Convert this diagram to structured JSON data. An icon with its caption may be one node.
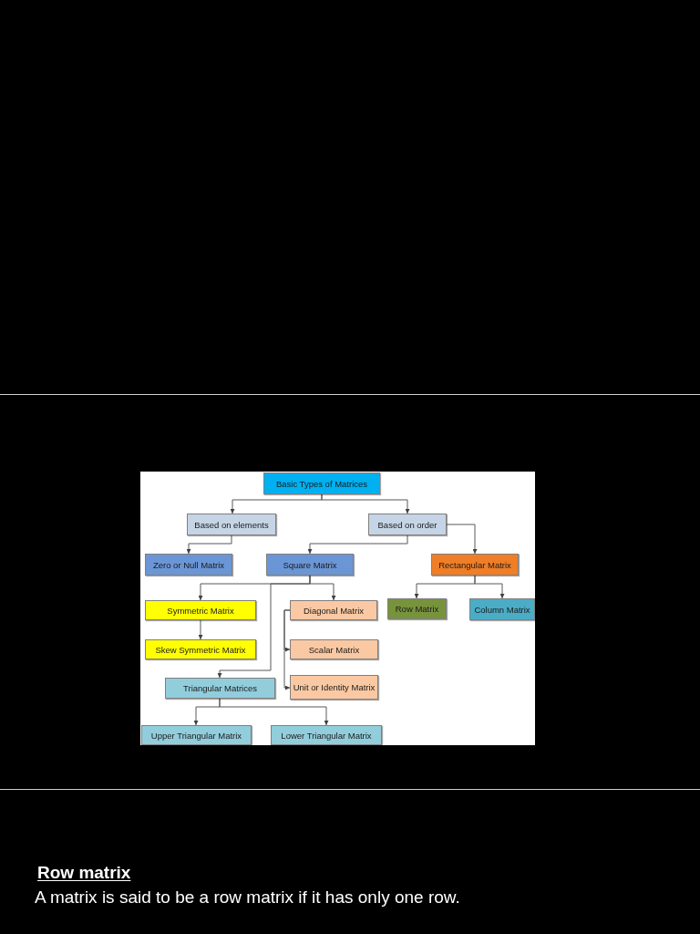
{
  "diagram": {
    "nodes": [
      {
        "text": [
          "Basic Types of Matrices"
        ]
      },
      {
        "text": [
          "Based on elements"
        ]
      },
      {
        "text": [
          "Based on order"
        ]
      },
      {
        "text": [
          "Zero or Null Matrix"
        ]
      },
      {
        "text": [
          "Square Matrix"
        ]
      },
      {
        "text": [
          "Rectangular Matrix"
        ]
      },
      {
        "text": [
          "Symmetric Matrix"
        ]
      },
      {
        "text": [
          "Diagonal Matrix"
        ]
      },
      {
        "text": [
          "Row Matrix"
        ]
      },
      {
        "text": [
          "Column Matrix"
        ]
      },
      {
        "text": [
          "Skew Symmetric Matrix"
        ]
      },
      {
        "text": [
          "Scalar Matrix"
        ]
      },
      {
        "text": [
          "Triangular Matrices"
        ]
      },
      {
        "text": [
          "Unit or Identity Matrix"
        ]
      },
      {
        "text": [
          "Upper Triangular Matrix"
        ]
      },
      {
        "text": [
          "Lower Triangular Matrix"
        ]
      }
    ],
    "edges": [
      {
        "from": 0,
        "to": 1,
        "arrow": "to"
      },
      {
        "from": 0,
        "to": 2,
        "arrow": "to"
      },
      {
        "from": 1,
        "to": 3,
        "arrow": "to"
      },
      {
        "from": 2,
        "to": 4,
        "arrow": "to"
      },
      {
        "from": 2,
        "to": 5,
        "arrow": "to"
      },
      {
        "from": 4,
        "to": 6,
        "arrow": "to"
      },
      {
        "from": 4,
        "to": 7,
        "arrow": "to"
      },
      {
        "from": 4,
        "to": 12,
        "arrow": "to"
      },
      {
        "from": 5,
        "to": 8,
        "arrow": "to"
      },
      {
        "from": 5,
        "to": 9,
        "arrow": "to"
      },
      {
        "from": 6,
        "to": 10,
        "arrow": "to"
      },
      {
        "from": 7,
        "to": 11,
        "arrow": "to"
      },
      {
        "from": 7,
        "to": 13,
        "arrow": "to"
      },
      {
        "from": 12,
        "to": 14,
        "arrow": "to"
      },
      {
        "from": 12,
        "to": 15,
        "arrow": "to"
      }
    ],
    "labels": [
      "Row matrix",
      "A matrix is said to be a row matrix if it has only one row."
    ]
  }
}
